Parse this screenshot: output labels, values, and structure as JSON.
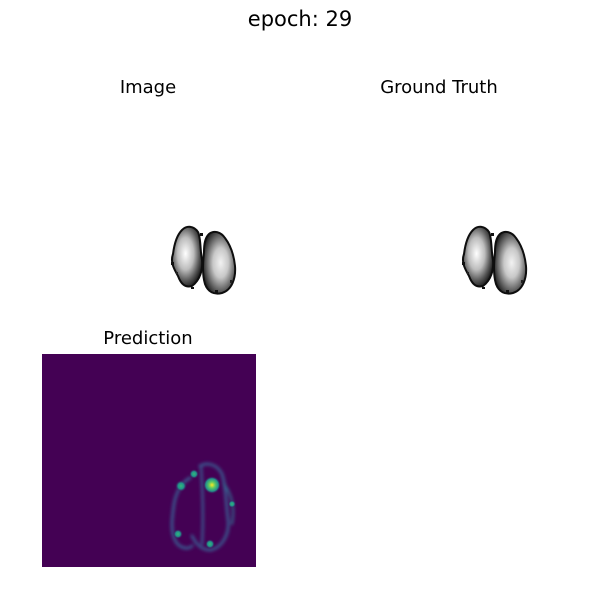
{
  "figure": {
    "suptitle": "epoch: 29"
  },
  "panels": {
    "image": {
      "title": "Image"
    },
    "ground_truth": {
      "title": "Ground Truth"
    },
    "prediction": {
      "title": "Prediction"
    }
  },
  "colors": {
    "background": "#ffffff",
    "viridis_low": "#440154",
    "viridis_mid": "#21918c",
    "viridis_high": "#fde725",
    "gray_dark": "#111111",
    "gray_light": "#e6e6e6"
  },
  "colormaps": {
    "image": "gray",
    "ground_truth": "gray",
    "prediction": "viridis"
  }
}
